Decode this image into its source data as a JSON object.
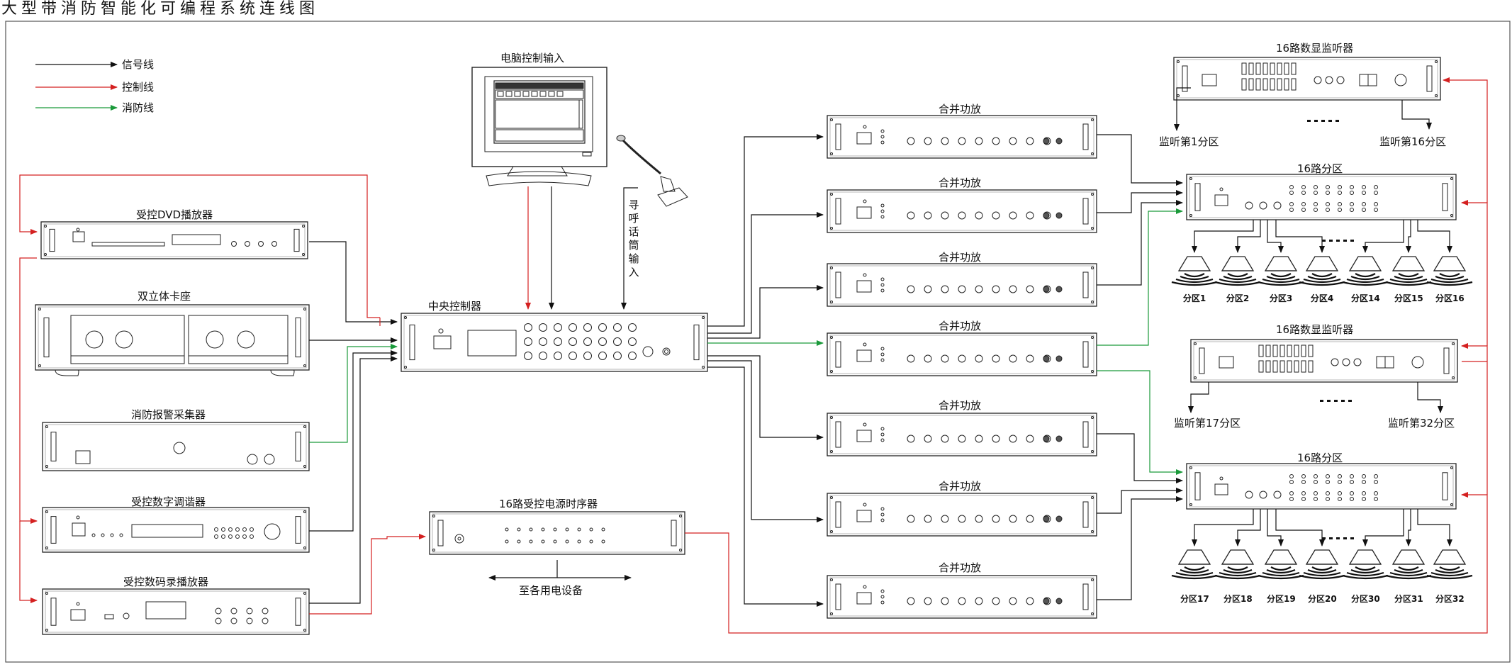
{
  "title": "大型带消防智能化可编程系统连线图",
  "legend": {
    "signal": "信号线",
    "control": "控制线",
    "fire": "消防线"
  },
  "colors": {
    "signal": "#111111",
    "control": "#d42020",
    "fire": "#1a9a3a"
  },
  "devices": {
    "pc": "电脑控制输入",
    "mic": "寻呼话筒输入",
    "dvd": "受控DVD播放器",
    "cassette": "双立体卡座",
    "fire_collector": "消防报警采集器",
    "tuner": "受控数字调谐器",
    "recorder": "受控数码录播放器",
    "central": "中央控制器",
    "sequencer": "16路受控电源时序器",
    "sequencer_output": "至各用电设备",
    "amp": "合并功放",
    "monitor": "16路数显监听器",
    "zone16": "16路分区"
  },
  "monitor_outputs": {
    "top_left": "监听第1分区",
    "top_right": "监听第16分区",
    "bottom_left": "监听第17分区",
    "bottom_right": "监听第32分区"
  },
  "zones_top": [
    "分区1",
    "分区2",
    "分区3",
    "分区4",
    "分区14",
    "分区15",
    "分区16"
  ],
  "zones_bottom": [
    "分区17",
    "分区18",
    "分区19",
    "分区20",
    "分区30",
    "分区31",
    "分区32"
  ]
}
